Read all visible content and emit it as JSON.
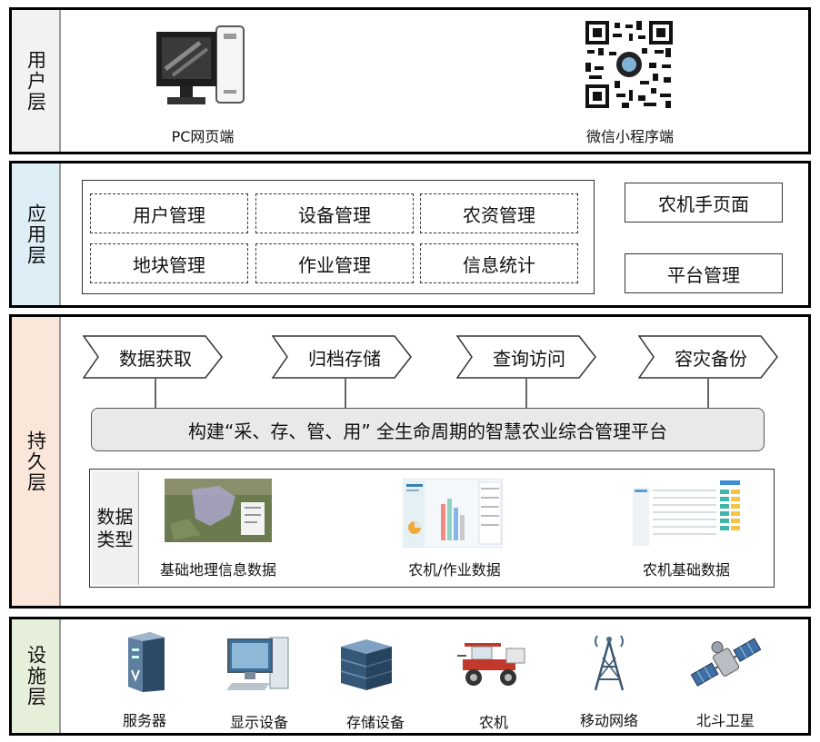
{
  "layers": {
    "user": {
      "label": "用户层",
      "items": [
        "PC网页端",
        "微信小程序端"
      ]
    },
    "app": {
      "label": "应用层",
      "modules": [
        "用户管理",
        "设备管理",
        "农资管理",
        "地块管理",
        "作业管理",
        "信息统计"
      ],
      "right": [
        "农机手页面",
        "平台管理"
      ]
    },
    "persist": {
      "label": "持久层",
      "steps": [
        "数据获取",
        "归档存储",
        "查询访问",
        "容灾备份"
      ],
      "platform": "构建“采、存、管、用” 全生命周期的智慧农业综合管理平台",
      "data_types_label": "数据类型",
      "data_types": [
        "基础地理信息数据",
        "农机/作业数据",
        "农机基础数据"
      ]
    },
    "infra": {
      "label": "设施层",
      "items": [
        "服务器",
        "显示设备",
        "存储设备",
        "农机",
        "移动网络",
        "北斗卫星"
      ]
    }
  },
  "colors": {
    "user_side": "#f2f2f2",
    "app_side": "#deeef6",
    "persist_side": "#fbe7d9",
    "infra_side": "#e6efda"
  }
}
